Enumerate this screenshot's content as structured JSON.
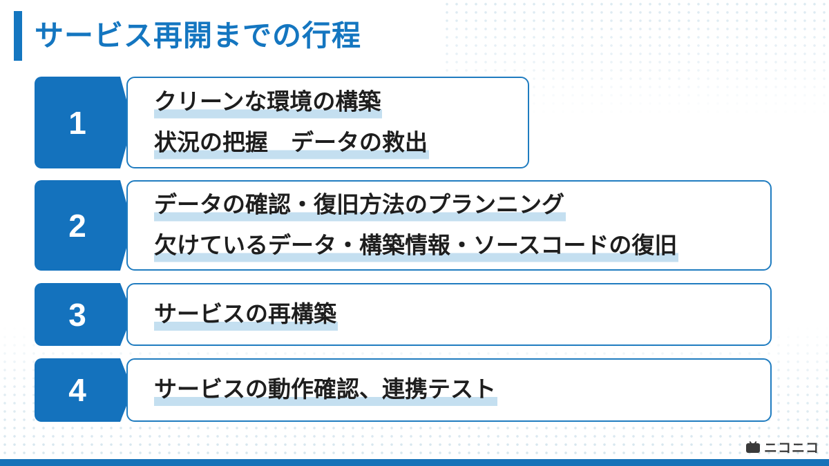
{
  "title": "サービス再開までの行程",
  "steps": [
    {
      "number": "1",
      "lines": [
        "クリーンな環境の構築",
        "状況の把握　データの救出"
      ]
    },
    {
      "number": "2",
      "lines": [
        "データの確認・復旧方法のプランニング",
        "欠けているデータ・構築情報・ソースコードの復旧"
      ]
    },
    {
      "number": "3",
      "lines": [
        "サービスの再構築"
      ]
    },
    {
      "number": "4",
      "lines": [
        "サービスの動作確認、連携テスト"
      ]
    }
  ],
  "logo": {
    "text": "ニコニコ",
    "icon": "tv-icon"
  },
  "colors": {
    "accent": "#1476c0",
    "highlight": "#c4dff0",
    "text": "#1e1e1e"
  }
}
